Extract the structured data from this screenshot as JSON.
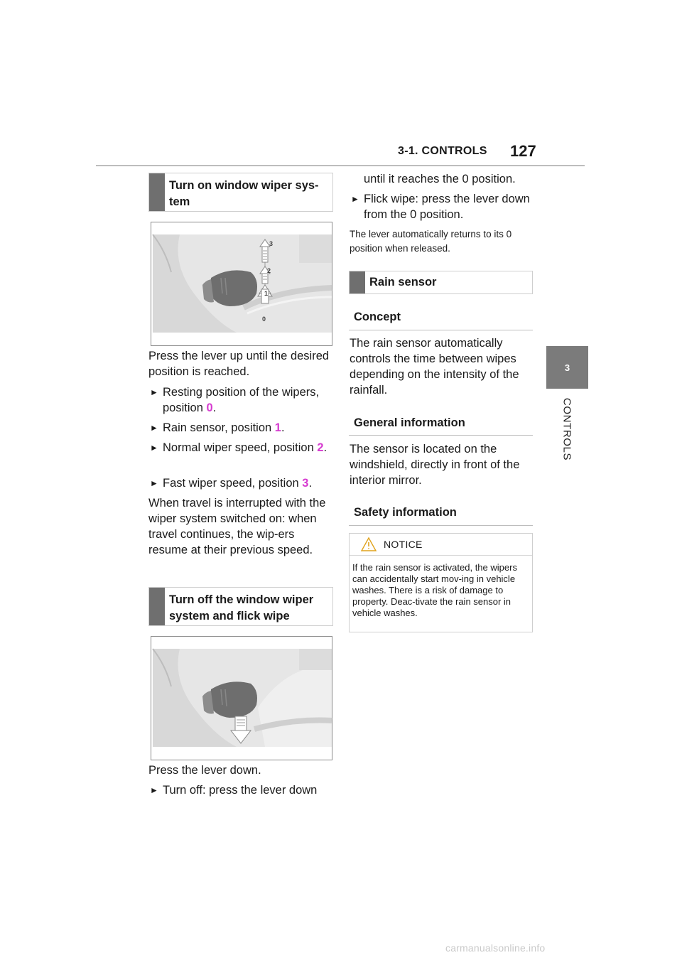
{
  "header": {
    "section": "3-1. CONTROLS",
    "page_number": "127"
  },
  "side_tab": {
    "number": "3",
    "label": "CONTROLS"
  },
  "left_column": {
    "heading_on": "Turn on window wiper sys-\ntem",
    "fig_on_labels": [
      "3",
      "2",
      "1",
      "0"
    ],
    "para_press_up": "Press the lever up until the desired position is reached.",
    "bullets_on": [
      {
        "text": "Resting position of the wipers, position ",
        "pos": "0",
        "end": "."
      },
      {
        "text": "Rain sensor, position ",
        "pos": "1",
        "end": "."
      },
      {
        "text": "Normal wiper speed, position ",
        "pos": "2",
        "end": "."
      },
      {
        "text": "Fast wiper speed, position ",
        "pos": "3",
        "end": "."
      }
    ],
    "para_interrupted": "When travel is interrupted with the wiper system switched on: when travel continues, the wip-ers resume at their previous speed.",
    "heading_off": "Turn off the window wiper system and flick wipe",
    "para_press_down": "Press the lever down.",
    "bullet_turn_off": "Turn off: press the lever down"
  },
  "right_column": {
    "continued": "until it reaches the 0 position.",
    "bullet_flick": "Flick wipe: press the lever down from the 0 position.",
    "note_returns": "The lever automatically returns to its 0 position when released.",
    "heading_rain": "Rain sensor",
    "sub_concept": "Concept",
    "para_concept": "The rain sensor automatically controls the time between wipes depending on the intensity of the rainfall.",
    "sub_general": "General information",
    "para_general": "The sensor is located on the windshield, directly in front of the interior mirror.",
    "sub_safety": "Safety information",
    "notice": {
      "title": "NOTICE",
      "body": "If the rain sensor is activated, the wipers can accidentally start mov-ing in vehicle washes. There is a risk of damage to property. Deac-tivate the rain sensor in vehicle washes."
    }
  },
  "watermark": "carmanualsonline.info",
  "colors": {
    "position_accent": "#d63bd0",
    "tab_gray": "#7b7b7b",
    "heading_bar": "#6f6f6f"
  }
}
